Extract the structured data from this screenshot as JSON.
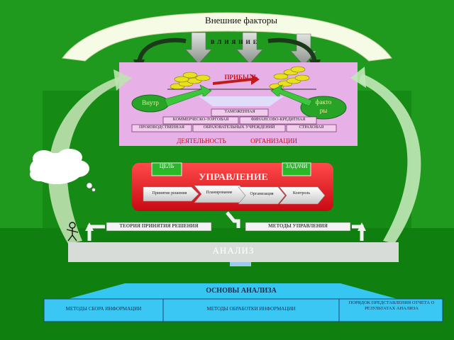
{
  "external": {
    "title": "Внешние факторы",
    "influence": "В Л И Я Н И Е"
  },
  "activity": {
    "profit": "ПРИБЫЛЬ",
    "internal_left": "Внутр",
    "factors_right": "факто\nры",
    "customs": "ТАМОЖЕННАЯ",
    "commercial": "КОММЕРЧЕСКО-ТОРГОВАЯ",
    "finance": "ФИНАНСОВО-КРЕДИТНАЯ",
    "production": "ПРОИЗВОДСТВЕННАЯ",
    "education": "ОБРАЗОВАТЕЛЬНЫХ УЧРЕЖДЕНИЙ",
    "insurance": "СТРАХОВАЯ",
    "caption_left": "ДЕЯТЕЛЬНОСТЬ",
    "caption_right": "ОРГАНИЗАЦИИ"
  },
  "management": {
    "title": "УПРАВЛЕНИЕ",
    "goal": "ЦЕЛЬ",
    "tasks": "ЗАДАЧИ",
    "steps": [
      "Принятие решения",
      "Планирование",
      "Организация",
      "Контроль"
    ]
  },
  "theory_label": "ТЕОРИЯ ПРИНЯТИЯ РЕШЕНИЯ",
  "methods_mgmt_label": "МЕТОДЫ УПРАВЛЕНИЯ",
  "analysis_label": "АНАЛИЗ",
  "foundations": {
    "title": "ОСНОВЫ АНАЛИЗА",
    "items": [
      "МЕТОДЫ СБОРА ИНФОРМАЦИИ",
      "МЕТОДЫ ОБРАБОТКИ ИНФОРМАЦИИ",
      "ПОРЯДОК ПРЕДСТАВЛЕНИЯ ОТЧЕТА О РЕЗУЛЬТАТАХ АНАЛИЗА"
    ]
  },
  "colors": {
    "background": "#1f9a1f",
    "activity_panel": "#e7b0e6",
    "management_panel": "#e8151f",
    "analysis_bar": "#d8dcd8",
    "foundation_panel": "#36c6f2"
  }
}
